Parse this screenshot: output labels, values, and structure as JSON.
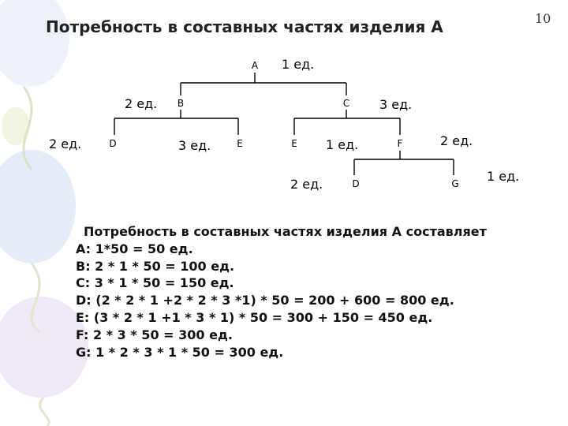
{
  "title": "Потребность в составных частях изделия А",
  "page_number": "10",
  "tree": {
    "nodes": {
      "A": "A",
      "B": "B",
      "C": "C",
      "D1": "D",
      "E1": "E",
      "E2": "E",
      "F": "F",
      "D2": "D",
      "G": "G"
    },
    "quantities": {
      "A": "1 ед.",
      "B": "2 ед.",
      "C": "3 ед.",
      "D1": "2 ед.",
      "E1": "3 ед.",
      "E2": "1 ед.",
      "F": "2 ед.",
      "D2": "2 ед.",
      "G": "1 ед."
    }
  },
  "calculation": {
    "intro": "Потребность в составных частях изделия А составляет",
    "lines": [
      "A: 1*50 = 50 ед.",
      "B: 2 * 1 * 50 = 100 ед.",
      "C: 3 * 1 * 50 = 150 ед.",
      "D: (2 * 2 * 1 +2 * 2 * 3 *1) * 50 = 200 + 600 = 800 ед.",
      "E: (3 * 2 * 1 +1 * 3 * 1) * 50 = 300 + 150 = 450 ед.",
      "F: 2 * 3 * 50 = 300 ед.",
      "G: 1 * 2 * 3 * 1 * 50 = 300 ед."
    ]
  },
  "colors": {
    "balloon": "#dbe8f6",
    "ribbon": "#c8dcf0"
  }
}
